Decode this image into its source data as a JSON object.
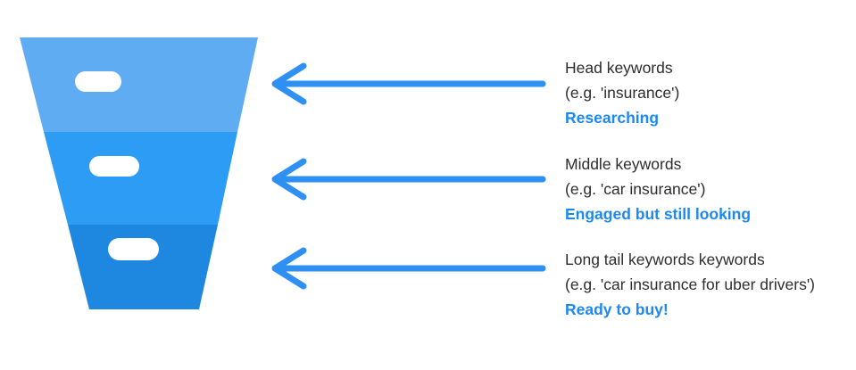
{
  "funnel": {
    "segments": [
      {
        "id": "top",
        "color": "#5FACF3"
      },
      {
        "id": "middle",
        "color": "#2D9CF4"
      },
      {
        "id": "bottom",
        "color": "#1E87E0"
      }
    ],
    "highlight_color": "#FFFFFF"
  },
  "arrows": {
    "color": "#2E90F2"
  },
  "labels": [
    {
      "title": "Head keywords",
      "example": "(e.g. 'insurance')",
      "stage": "Researching"
    },
    {
      "title": "Middle keywords",
      "example": "(e.g. 'car insurance')",
      "stage": "Engaged but still looking"
    },
    {
      "title": "Long tail keywords keywords",
      "example": "(e.g. 'car insurance for uber drivers')",
      "stage": "Ready to buy!"
    }
  ],
  "stage_text_color": "#1E88F2"
}
